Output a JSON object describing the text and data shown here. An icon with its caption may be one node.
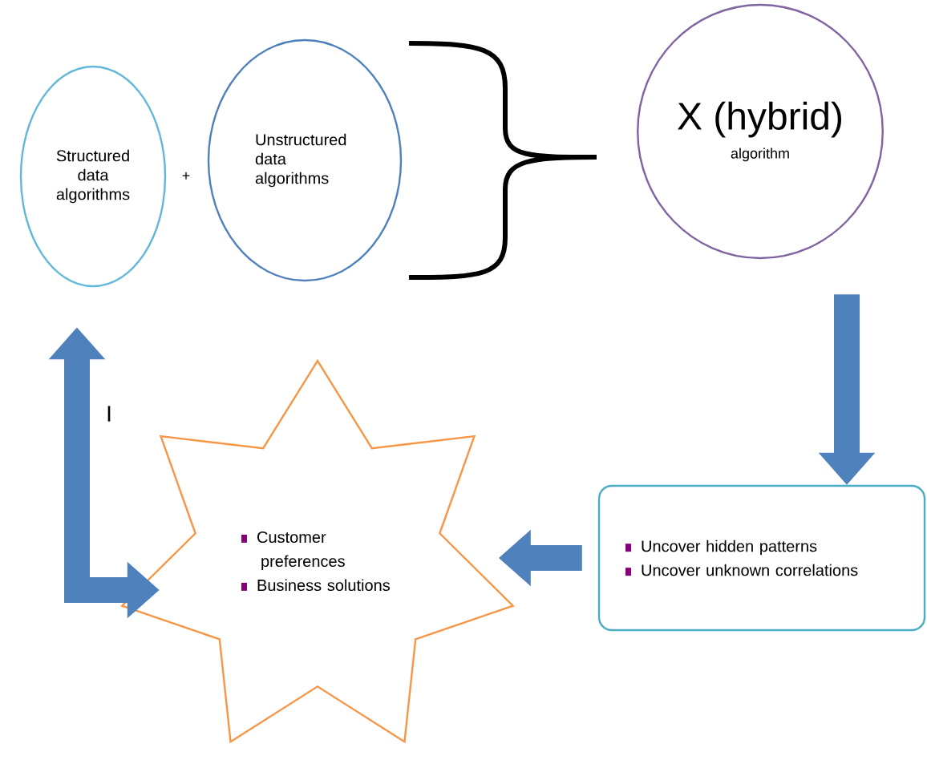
{
  "diagram": {
    "nodes": [
      {
        "text": [
          "Structured data algorithms"
        ]
      },
      {
        "text": [
          "Unstructured data algorithms"
        ]
      },
      {
        "text": [
          "X (hybrid)",
          "algorithm"
        ]
      },
      {
        "text": [
          "Uncover hidden patterns",
          "Uncover unknown correlations"
        ]
      },
      {
        "text": [
          "Customer preferences",
          "Business solutions"
        ]
      }
    ],
    "edges": [
      {
        "from": 2,
        "to": 3,
        "arrow": "to"
      },
      {
        "from": 3,
        "to": 4,
        "arrow": "to"
      },
      {
        "from": 4,
        "to": 0,
        "arrow": "both",
        "label": "I"
      }
    ],
    "labels": [
      "+"
    ]
  }
}
